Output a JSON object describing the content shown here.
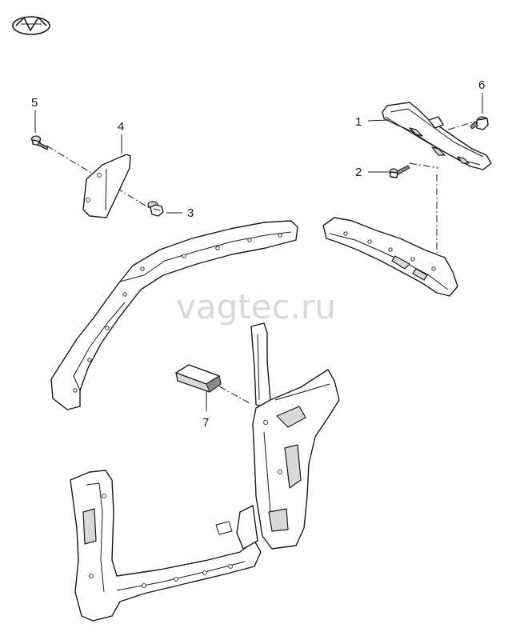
{
  "watermark": "vagtec.ru",
  "callouts": [
    {
      "id": "1",
      "label": "1"
    },
    {
      "id": "2",
      "label": "2"
    },
    {
      "id": "3",
      "label": "3"
    },
    {
      "id": "4",
      "label": "4"
    },
    {
      "id": "5",
      "label": "5"
    },
    {
      "id": "6",
      "label": "6"
    },
    {
      "id": "7",
      "label": "7"
    }
  ],
  "icons": {
    "brand_logo": "brand-logo-icon"
  }
}
